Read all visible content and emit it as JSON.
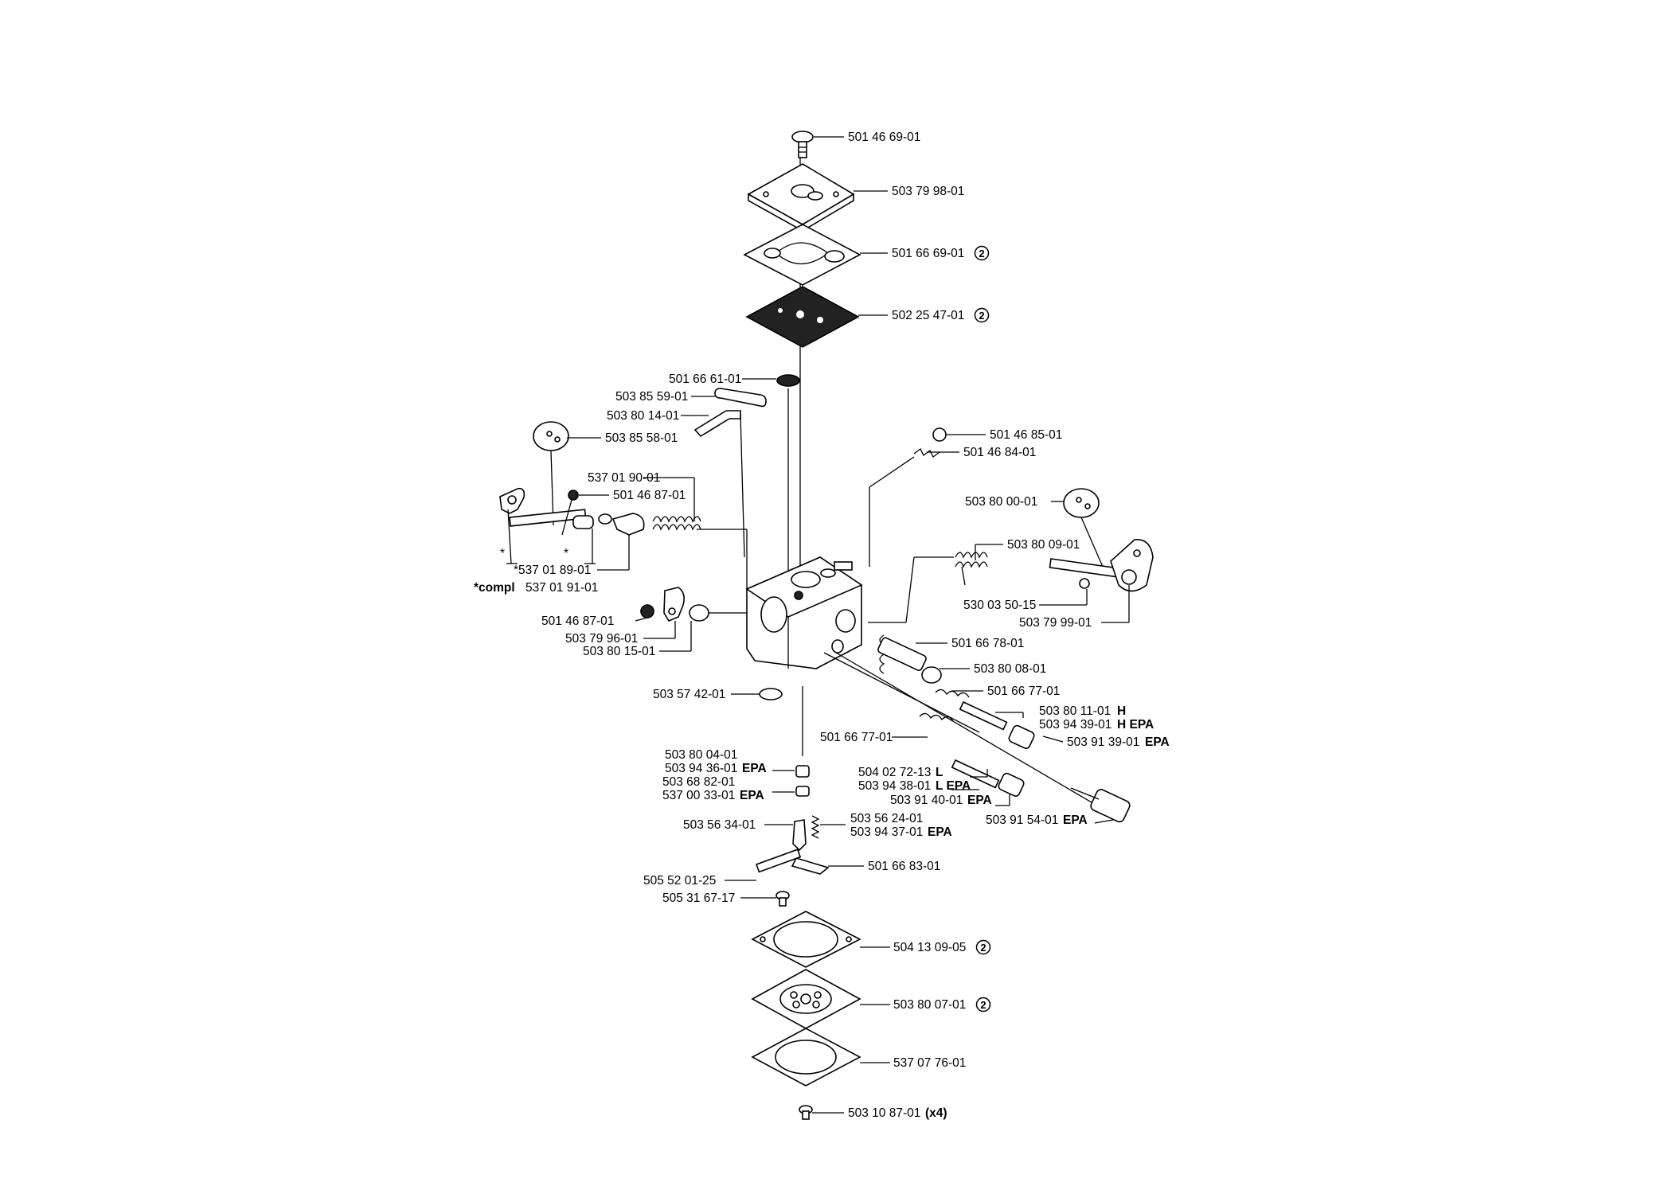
{
  "diagram": {
    "labels": {
      "l1": "501 46 69-01",
      "l2": "503 79 98-01",
      "l3": "501 66 69-01",
      "l4": "502 25 47-01",
      "l5": "501 66 61-01",
      "l6": "503 85 59-01",
      "l7": "503 80 14-01",
      "l8": "503 85 58-01",
      "l9": "537 01 90-01",
      "l10": "501 46 87-01",
      "l11a": "*",
      "l11b": "*",
      "l12": "*537 01 89-01",
      "l13_bold": "*compl",
      "l13": "537 01 91-01",
      "l14": "501 46 87-01",
      "l15": "503 79 96-01",
      "l16": "503 80 15-01",
      "l17": "503 57 42-01",
      "l18": "501 46 85-01",
      "l19": "501 46 84-01",
      "l20": "503 80 00-01",
      "l21": "503 80 09-01",
      "l22": "530 03 50-15",
      "l23": "503 79 99-01",
      "l24": "501 66 78-01",
      "l25": "503 80 08-01",
      "l26": "501 66 77-01",
      "l27": "503 80 11-01",
      "l27_suffix": "H",
      "l28": "503 94 39-01",
      "l28_suffix": "H EPA",
      "l29": "501 66 77-01",
      "l30": "503 91 39-01",
      "l30_suffix": "EPA",
      "l31": "504 02 72-13",
      "l31_suffix": "L",
      "l32": "503 94 38-01",
      "l32_suffix": "L EPA",
      "l33": "503 91 40-01",
      "l33_suffix": "EPA",
      "l34": "503 91 54-01",
      "l34_suffix": "EPA",
      "l35": "503 80 04-01",
      "l36": "503 94 36-01",
      "l36_suffix": "EPA",
      "l37": "503 68 82-01",
      "l38": "537 00 33-01",
      "l38_suffix": "EPA",
      "l39": "503 56 34-01",
      "l40": "503 56 24-01",
      "l41": "503 94 37-01",
      "l41_suffix": "EPA",
      "l42": "501 66 83-01",
      "l43": "505 52 01-25",
      "l44": "505 31 67-17",
      "l45": "504 13 09-05",
      "l46": "503 80 07-01",
      "l47": "537 07 76-01",
      "l48": "503 10 87-01",
      "l48_suffix": "(x4)",
      "circled_2": "2"
    }
  }
}
